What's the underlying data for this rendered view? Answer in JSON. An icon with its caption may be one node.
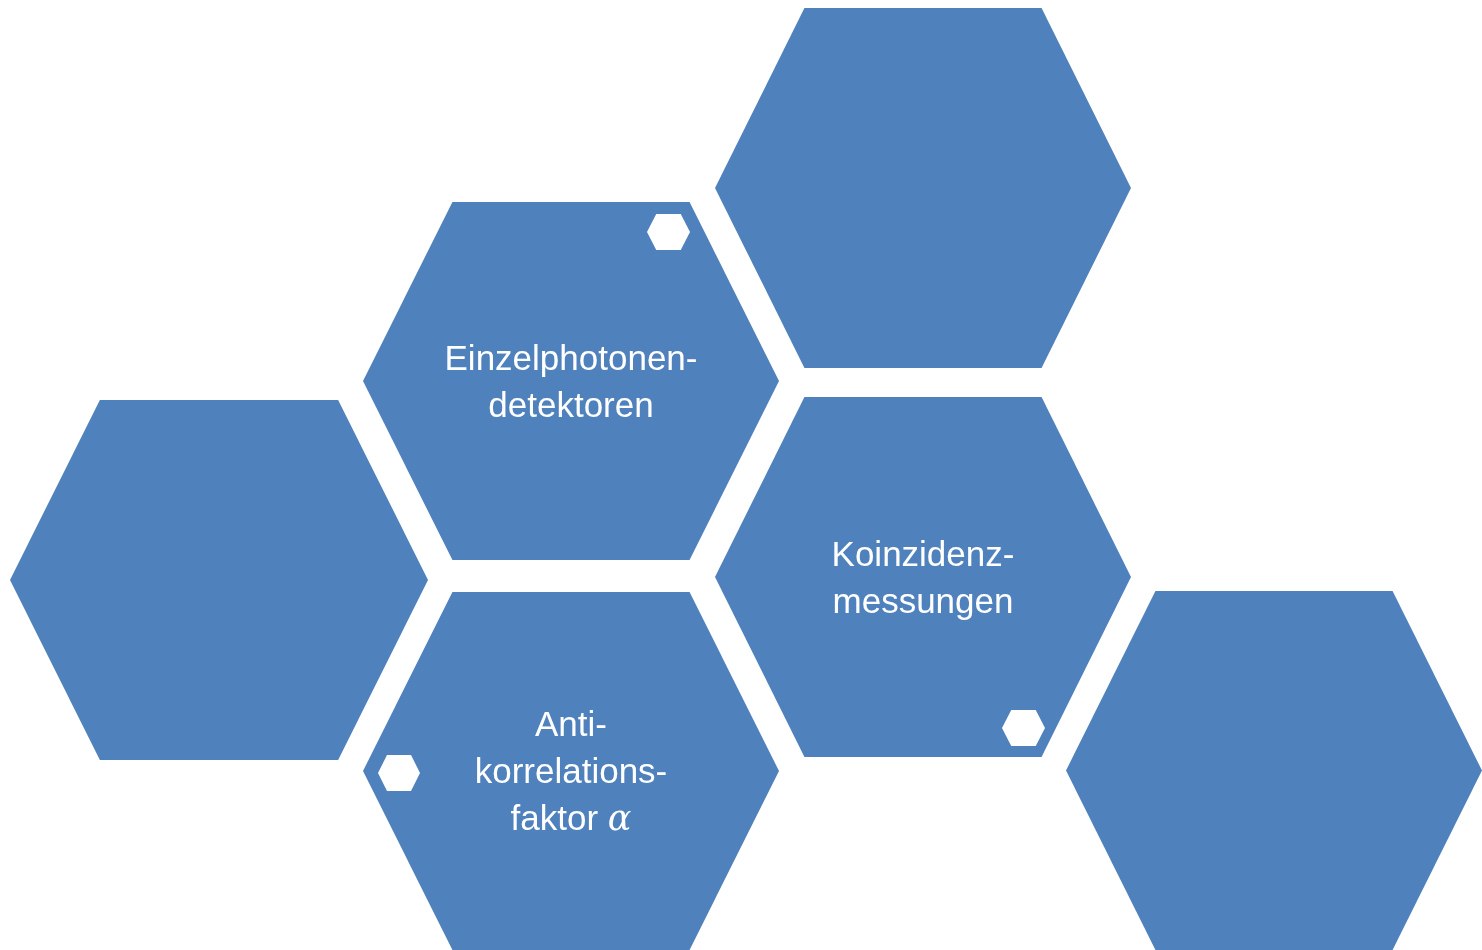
{
  "diagram": {
    "nodes": [
      {
        "text": [],
        "shape": "hexagon"
      },
      {
        "text": [
          "Einzelphotonen- detektoren"
        ]
      },
      {
        "text": [],
        "shape": "hexagon",
        "in": 1
      },
      {
        "text": [],
        "shape": "hexagon"
      },
      {
        "text": [
          "Koinzidenz- messungen"
        ]
      },
      {
        "text": [],
        "shape": "hexagon",
        "in": 4
      },
      {
        "text": [
          "Anti- korrelations- faktor *α*"
        ]
      },
      {
        "text": [],
        "shape": "hexagon",
        "in": 6
      },
      {
        "text": [],
        "shape": "hexagon"
      }
    ]
  }
}
